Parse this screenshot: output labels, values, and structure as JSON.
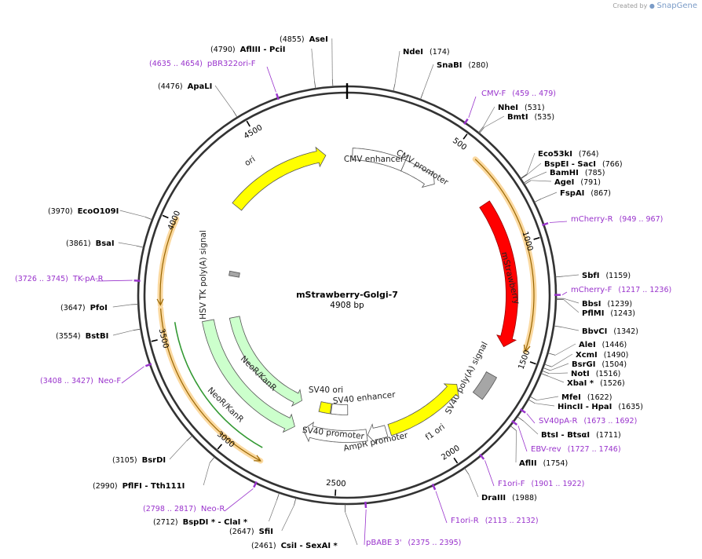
{
  "credit": {
    "created_by": "Created by",
    "brand": "SnapGene"
  },
  "plasmid": {
    "name": "mStrawberry-Golgi-7",
    "size": "4908 bp",
    "length": 4908
  },
  "ticks": [
    {
      "pos": 500,
      "label": "500"
    },
    {
      "pos": 1000,
      "label": "1000"
    },
    {
      "pos": 1500,
      "label": "1500"
    },
    {
      "pos": 2000,
      "label": "2000"
    },
    {
      "pos": 2500,
      "label": "2500"
    },
    {
      "pos": 3000,
      "label": "3000"
    },
    {
      "pos": 3500,
      "label": "3500"
    },
    {
      "pos": 4000,
      "label": "4000"
    },
    {
      "pos": 4500,
      "label": "4500"
    }
  ],
  "features": [
    {
      "name": "ori",
      "start": 4210,
      "end": 4790,
      "dir": 1,
      "color": "#ffff00",
      "track": "inner1",
      "label": "ori"
    },
    {
      "name": "CMV enhancer",
      "start": 30,
      "end": 320,
      "dir": 0,
      "color": "#ffffff",
      "track": "inner1",
      "label": "CMV enhancer"
    },
    {
      "name": "CMV promoter",
      "start": 320,
      "end": 520,
      "dir": 1,
      "color": "#ffffff",
      "track": "inner1",
      "label": "CMV promoter"
    },
    {
      "name": "mStrawberry",
      "start": 770,
      "end": 1475,
      "dir": 1,
      "color": "#ff0000",
      "track": "inner0",
      "label": "mStrawberry"
    },
    {
      "name": "SV40 poly(A) signal",
      "start": 1620,
      "end": 1740,
      "dir": 0,
      "color": "#a6a6a6",
      "track": "inner0",
      "label": "SV40 poly(A) signal"
    },
    {
      "name": "f1 ori",
      "start": 1760,
      "end": 2215,
      "dir": -1,
      "color": "#ffff00",
      "track": "inner1",
      "label": "f1 ori"
    },
    {
      "name": "AmpR promoter",
      "start": 2235,
      "end": 2340,
      "dir": 1,
      "color": "#ffffff",
      "track": "inner1",
      "label": "AmpR promoter"
    },
    {
      "name": "SV40 promoter",
      "start": 2345,
      "end": 2700,
      "dir": 1,
      "color": "#ffffff",
      "track": "inner1",
      "label": "SV40 promoter"
    },
    {
      "name": "SV40 enhancer",
      "start": 2450,
      "end": 2560,
      "dir": 0,
      "color": "#ffffff",
      "track": "inner2",
      "label": "SV40 enhancer"
    },
    {
      "name": "SV40 ori",
      "start": 2565,
      "end": 2640,
      "dir": 0,
      "color": "#ffff00",
      "track": "inner2",
      "label": "SV40 ori"
    },
    {
      "name": "NeoR/KanR",
      "start": 2750,
      "end": 3540,
      "dir": -1,
      "color": "#ccffcc",
      "track": "inner1",
      "label": "NeoR/KanR"
    },
    {
      "name": "NeoR/KanR",
      "start": 2770,
      "end": 3530,
      "dir": -1,
      "color": "#ccffcc",
      "track": "inner2",
      "label": "NeoR/KanR"
    },
    {
      "name": "HSV TK poly(A) signal",
      "start": 3810,
      "end": 3840,
      "dir": 0,
      "color": "#a6a6a6",
      "track": "inner2",
      "label": "HSV TK poly(A) signal"
    }
  ],
  "orfs": [
    {
      "start": 590,
      "end": 1465,
      "dir": 1
    },
    {
      "start": 2830,
      "end": 3625,
      "dir": -1
    },
    {
      "start": 3640,
      "end": 4010,
      "dir": -1
    }
  ],
  "primers": [
    {
      "name": "pBR322ori-F",
      "range": "(4635 .. 4654)",
      "pos": 4645
    },
    {
      "name": "CMV-F",
      "range": "(459 .. 479)",
      "pos": 469
    },
    {
      "name": "mCherry-R",
      "range": "(949 .. 967)",
      "pos": 958
    },
    {
      "name": "mCherry-F",
      "range": "(1217 .. 1236)",
      "pos": 1226
    },
    {
      "name": "SV40pA-R",
      "range": "(1673 .. 1692)",
      "pos": 1682
    },
    {
      "name": "EBV-rev",
      "range": "(1727 .. 1746)",
      "pos": 1736
    },
    {
      "name": "F1ori-F",
      "range": "(1901 .. 1922)",
      "pos": 1911
    },
    {
      "name": "F1ori-R",
      "range": "(2113 .. 2132)",
      "pos": 2122
    },
    {
      "name": "pBABE 3'",
      "range": "(2375 .. 2395)",
      "pos": 2385
    },
    {
      "name": "Neo-R",
      "range": "(2798 .. 2817)",
      "pos": 2807
    },
    {
      "name": "Neo-F",
      "range": "(3408 .. 3427)",
      "pos": 3417
    },
    {
      "name": "TK-pA-R",
      "range": "(3726 .. 3745)",
      "pos": 3735
    }
  ],
  "enzymes": [
    {
      "name": "AseI",
      "pos_label": "(4855)",
      "pos": 4855
    },
    {
      "name": "AflIII  - PciI",
      "pos_label": "(4790)",
      "pos": 4790
    },
    {
      "name": "ApaLI",
      "pos_label": "(4476)",
      "pos": 4476
    },
    {
      "name": "NdeI",
      "pos_label": "(174)",
      "pos": 174
    },
    {
      "name": "SnaBI",
      "pos_label": "(280)",
      "pos": 280
    },
    {
      "name": "NheI",
      "pos_label": "(531)",
      "pos": 531
    },
    {
      "name": "BmtI",
      "pos_label": "(535)",
      "pos": 535
    },
    {
      "name": "Eco53kI",
      "pos_label": "(764)",
      "pos": 764
    },
    {
      "name": "BspEI  - SacI",
      "pos_label": "(766)",
      "pos": 766
    },
    {
      "name": "BamHI",
      "pos_label": "(785)",
      "pos": 785
    },
    {
      "name": "AgeI",
      "pos_label": "(791)",
      "pos": 791
    },
    {
      "name": "FspAI",
      "pos_label": "(867)",
      "pos": 867
    },
    {
      "name": "SbfI",
      "pos_label": "(1159)",
      "pos": 1159
    },
    {
      "name": "BbsI",
      "pos_label": "(1239)",
      "pos": 1239
    },
    {
      "name": "PflMI",
      "pos_label": "(1243)",
      "pos": 1243
    },
    {
      "name": "BbvCI",
      "pos_label": "(1342)",
      "pos": 1342
    },
    {
      "name": "AleI",
      "pos_label": "(1446)",
      "pos": 1446
    },
    {
      "name": "XcmI",
      "pos_label": "(1490)",
      "pos": 1490
    },
    {
      "name": "BsrGI",
      "pos_label": "(1504)",
      "pos": 1504
    },
    {
      "name": "NotI",
      "pos_label": "(1516)",
      "pos": 1516
    },
    {
      "name": "XbaI *",
      "pos_label": "(1526)",
      "pos": 1526
    },
    {
      "name": "MfeI",
      "pos_label": "(1622)",
      "pos": 1622
    },
    {
      "name": "HincII  - HpaI",
      "pos_label": "(1635)",
      "pos": 1635
    },
    {
      "name": "BtsI  - BtsαI",
      "pos_label": "(1711)",
      "pos": 1711
    },
    {
      "name": "AflII",
      "pos_label": "(1754)",
      "pos": 1754
    },
    {
      "name": "DraIII",
      "pos_label": "(1988)",
      "pos": 1988
    },
    {
      "name": "CsiI  - SexAI *",
      "pos_label": "(2461)",
      "pos": 2461
    },
    {
      "name": "SfiI",
      "pos_label": "(2647)",
      "pos": 2647
    },
    {
      "name": "BspDI *  - ClaI *",
      "pos_label": "(2712)",
      "pos": 2712
    },
    {
      "name": "PflFI  - Tth111I",
      "pos_label": "(2990)",
      "pos": 2990
    },
    {
      "name": "BsrDI",
      "pos_label": "(3105)",
      "pos": 3105
    },
    {
      "name": "BstBI",
      "pos_label": "(3554)",
      "pos": 3554
    },
    {
      "name": "PfoI",
      "pos_label": "(3647)",
      "pos": 3647
    },
    {
      "name": "BsaI",
      "pos_label": "(3861)",
      "pos": 3861
    },
    {
      "name": "EcoO109I",
      "pos_label": "(3970)",
      "pos": 3970
    }
  ]
}
